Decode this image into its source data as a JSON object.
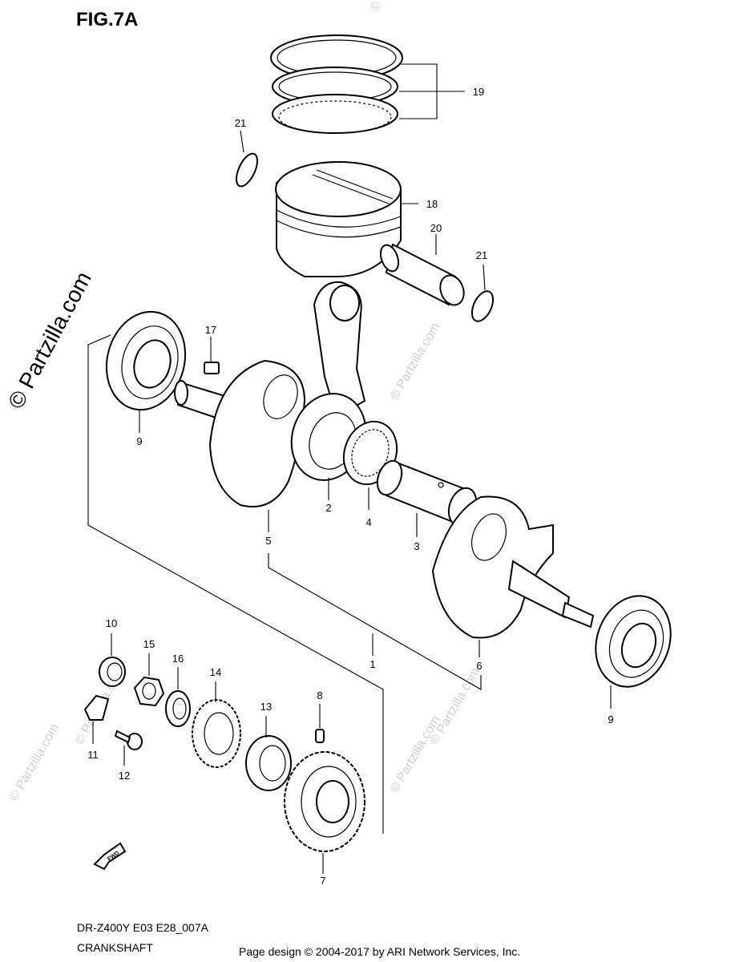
{
  "figure_title": "FIG.7A",
  "watermark_main": "© Partzilla.com",
  "watermark_small": "© Partzilla.com",
  "diagram_code": "DR-Z400Y E03 E28_007A",
  "section_title": "CRANKSHAFT",
  "page_credit": "Page design © 2004-2017 by ARI Network Services, Inc.",
  "fwd_label": "FWD",
  "callouts": {
    "c1": "1",
    "c2": "2",
    "c3": "3",
    "c4": "4",
    "c5": "5",
    "c6": "6",
    "c7": "7",
    "c8": "8",
    "c9a": "9",
    "c9b": "9",
    "c10": "10",
    "c11": "11",
    "c12": "12",
    "c13": "13",
    "c14": "14",
    "c15": "15",
    "c16": "16",
    "c17": "17",
    "c18": "18",
    "c19": "19",
    "c20": "20",
    "c21a": "21",
    "c21b": "21"
  }
}
